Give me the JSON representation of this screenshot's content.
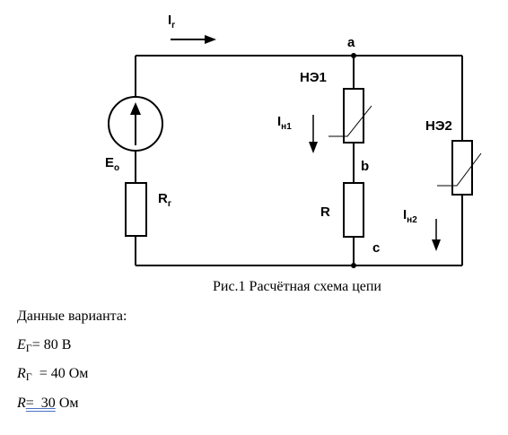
{
  "figure": {
    "labels": {
      "current_source": "I",
      "current_source_sub": "г",
      "node_a": "a",
      "node_b": "b",
      "node_c": "c",
      "emf": "E",
      "emf_sub": "o",
      "r_source": "R",
      "r_source_sub": "г",
      "ne1": "НЭ1",
      "ne2": "НЭ2",
      "current_n1": "I",
      "current_n1_sub": "н1",
      "current_n2": "I",
      "current_n2_sub": "н2",
      "resistor_r": "R"
    },
    "caption": "Рис.1 Расчётная схема цепи"
  },
  "variant": {
    "heading": "Данные варианта:",
    "e_symbol": "E",
    "e_sub": "Г",
    "e_value": "= 80 В",
    "rg_symbol": "R",
    "rg_sub": "Г",
    "rg_value": "  = 40 Ом",
    "r_symbol": "R",
    "r_eq": "=  30",
    "r_unit": " Ом"
  }
}
